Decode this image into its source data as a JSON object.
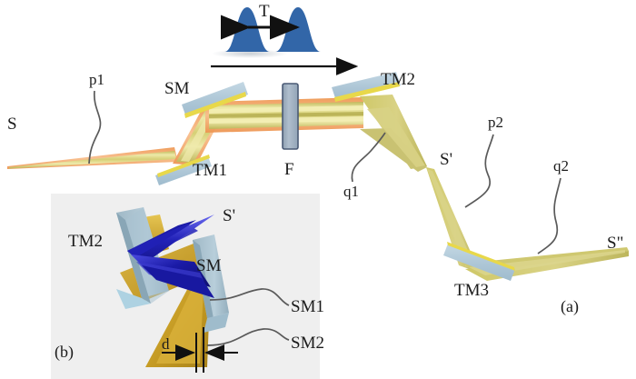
{
  "figure": {
    "type": "optical-setup-diagram",
    "panels": [
      {
        "tag": "(a)",
        "description": "main beam path"
      },
      {
        "tag": "(b)",
        "description": "3D inset of split mirror"
      }
    ]
  },
  "colors": {
    "pulse_blue": "#3266A8",
    "beam_yellow": "#D8D273",
    "beam_orange": "#F3A05C",
    "beam_core": "#CFC868",
    "mirror_face": "#B4CBDA",
    "mirror_edge": "#E8D84A",
    "filter_body": "#9FAEBE",
    "filter_border": "#4A5A75",
    "inset_bg": "#EFEFEF",
    "gold": "#C8A02A",
    "deep_blue": "#1B1BA8",
    "leader": "#5A5A5A",
    "text": "#1B1B1B"
  },
  "pulse_train": {
    "separation_label": "T",
    "pulse_count": 2,
    "propagation_arrow": true
  },
  "panel_a": {
    "tag": "(a)",
    "labels": {
      "source": "S",
      "p1": "p1",
      "split_mirror": "SM",
      "turn_mirror_1": "TM1",
      "filter": "F",
      "turn_mirror_2": "TM2",
      "q1": "q1",
      "focus": "S'",
      "p2": "p2",
      "q2": "q2",
      "turn_mirror_3": "TM3",
      "final": "S\""
    }
  },
  "panel_b": {
    "tag": "(b)",
    "labels": {
      "turn_mirror_2": "TM2",
      "focus": "S'",
      "split_mirror": "SM",
      "split_mirror_1": "SM1",
      "split_mirror_2": "SM2",
      "gap": "d"
    }
  }
}
